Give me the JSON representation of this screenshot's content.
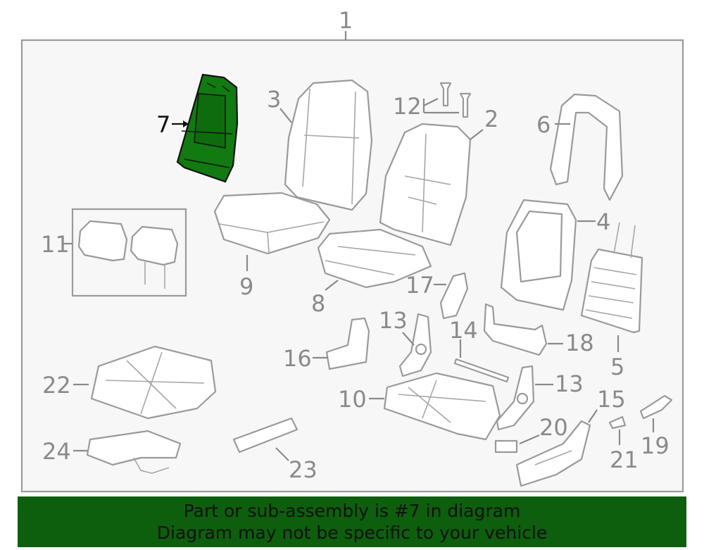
{
  "callouts": {
    "c1": "1",
    "c2": "2",
    "c3": "3",
    "c4": "4",
    "c5": "5",
    "c6": "6",
    "c7": "7",
    "c8": "8",
    "c9": "9",
    "c10": "10",
    "c11": "11",
    "c12": "12",
    "c13a": "13",
    "c13b": "13",
    "c14": "14",
    "c15": "15",
    "c16": "16",
    "c17": "17",
    "c18": "18",
    "c19": "19",
    "c20": "20",
    "c21": "21",
    "c22": "22",
    "c23": "23",
    "c24": "24"
  },
  "highlight": {
    "part": "7",
    "color": "#117a11"
  },
  "colors": {
    "line": "#9a9a9a",
    "banner": "#0d5e0d",
    "panel": "#f7f7f7"
  },
  "banner": {
    "line1": "Part or sub-assembly is #7 in diagram",
    "line2": "Diagram may not be specific to your vehicle"
  }
}
